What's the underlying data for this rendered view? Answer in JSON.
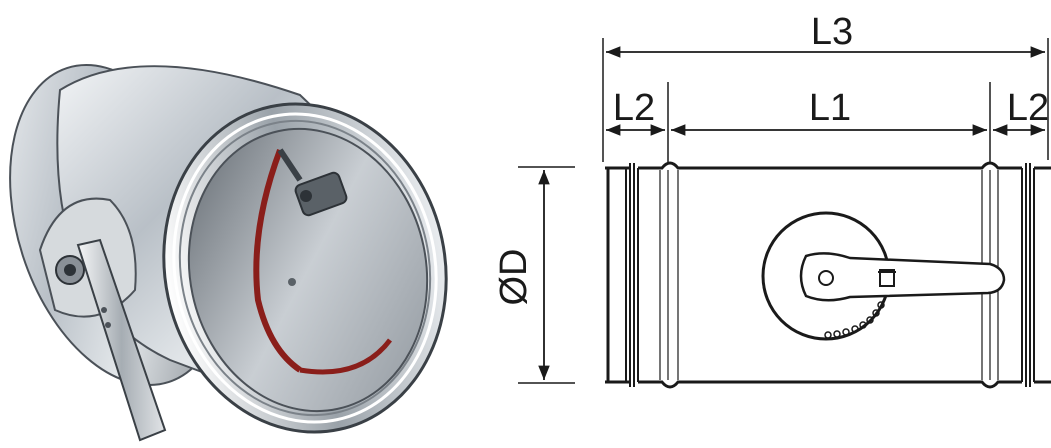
{
  "dimensions": {
    "overall_length": "L3",
    "end_length_left": "L2",
    "body_length": "L1",
    "end_length_right": "L2",
    "diameter": "ØD"
  },
  "colors": {
    "line": "#1a1a1a",
    "metal_light": "#e8ebee",
    "metal_mid": "#aab1b8",
    "metal_dark": "#4b5158",
    "gasket_red": "#8a1e1a"
  },
  "icons": {
    "photo": "damper-photo",
    "drawing": "damper-technical-drawing"
  }
}
